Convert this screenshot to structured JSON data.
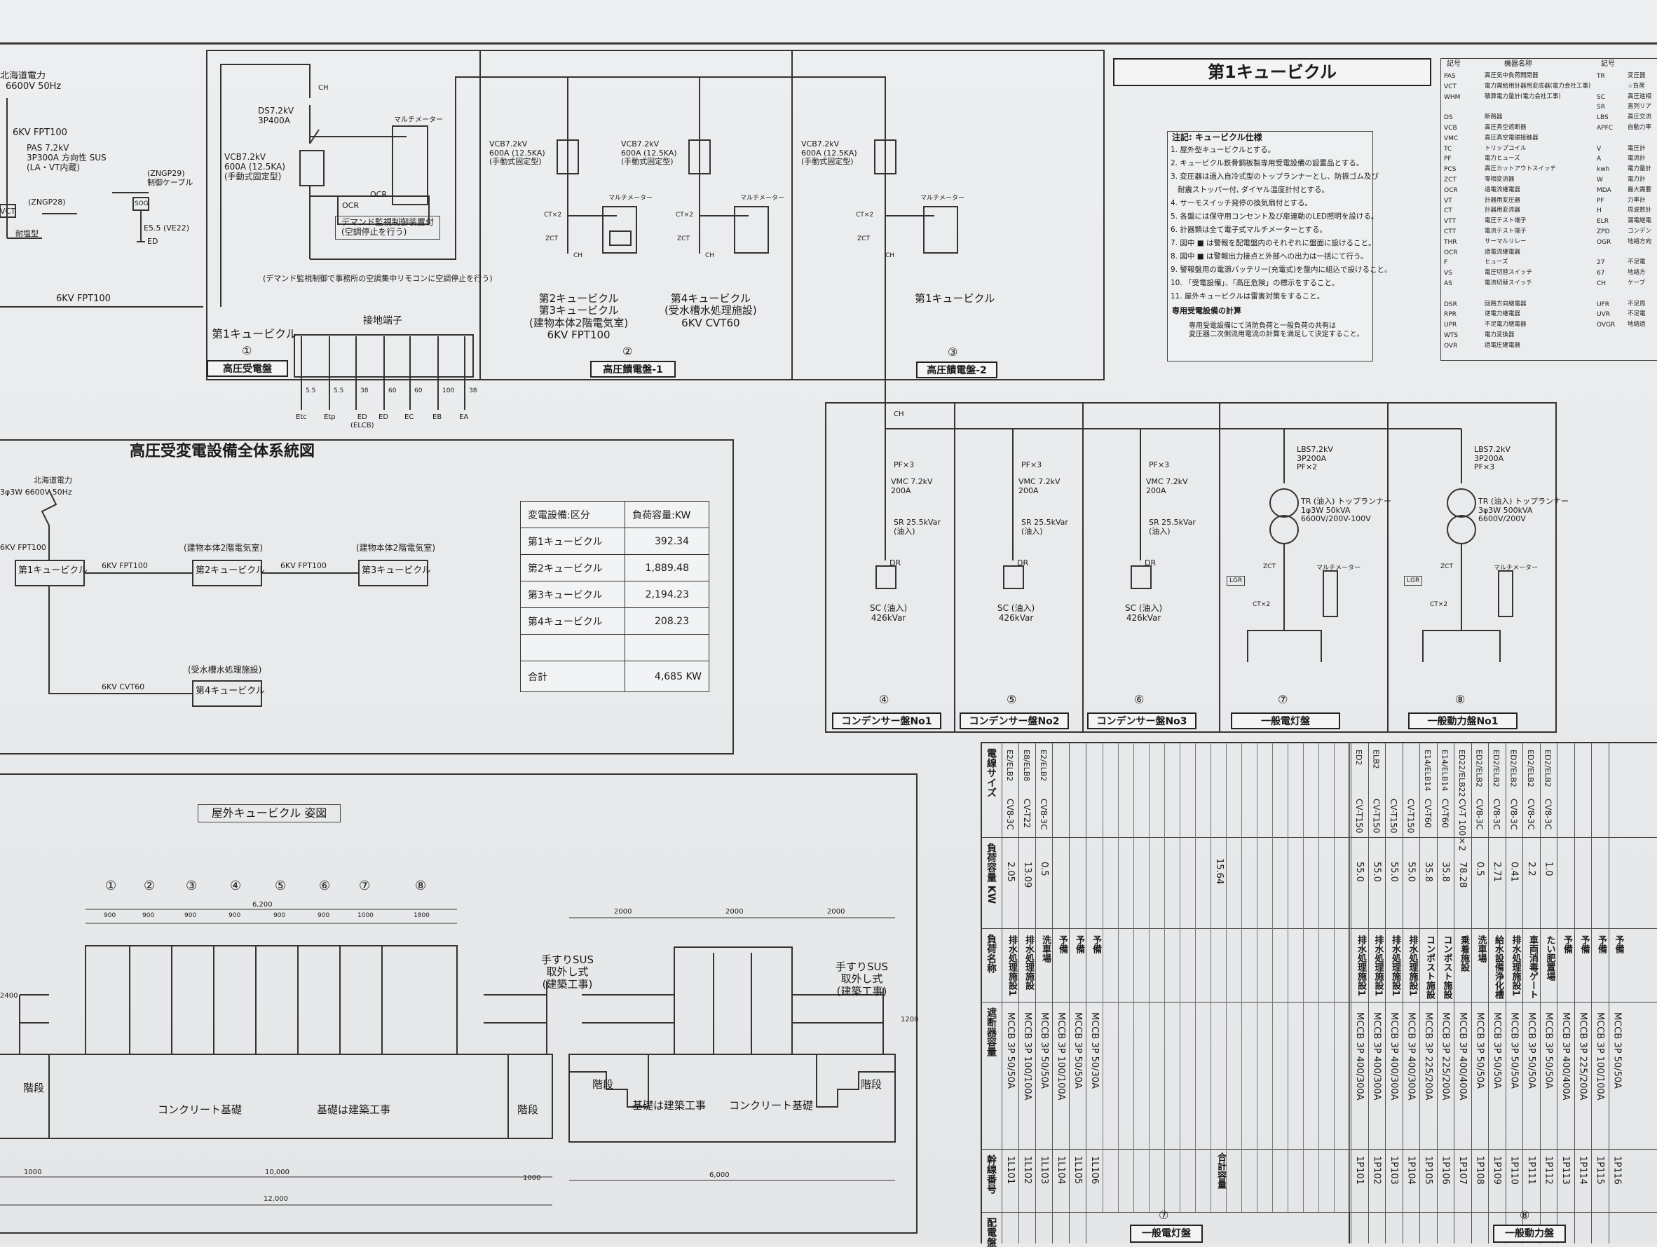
{
  "top_left": {
    "utility": "北海道電力",
    "utility_volt": "6600V 50Hz",
    "cable1": "6KV FPT100",
    "pas": "PAS 7.2kV\n3P300A 方向性 SUS\n(LA・VT内蔵)",
    "zngp29": "(ZNGP29)\n制御ケーブル",
    "zngp28": "(ZNGP28)",
    "vct": "VCT",
    "taisei": "耐塩型",
    "e5": "E5.5 (VE22)",
    "ed": "ED",
    "cable_bottom": "6KV FPT100",
    "ds": "DS7.2kV\n3P400A",
    "vcb_left": "VCB7.2kV\n600A (12.5KA)\n(手動式固定型)",
    "ch": "CH",
    "multimeter": "マルチメーター",
    "demand": "デマンド監視制御装置付\n(空調停止を行う)",
    "demand_note": "(デマンド監視制御で事務所の空調集中リモコンに空調停止を行う)",
    "ocr": "OCR",
    "ocr2": "OCR",
    "sog": "SOG",
    "cubicle1": "第1キュービクル",
    "panel1_num": "①",
    "panel1": "高圧受電盤",
    "earth_title": "接地端子",
    "earth_labels": [
      "Etc",
      "Etp",
      "ED\n(ELCB)",
      "ED",
      "EC",
      "EB",
      "EA"
    ],
    "earth_sizes": [
      "5.5",
      "5.5",
      "38",
      "60",
      "60",
      "100",
      "38"
    ]
  },
  "feeders": [
    {
      "vcb": "VCB7.2kV\n600A (12.5KA)\n(手動式固定型)",
      "ct": "CT×2",
      "zct": "ZCT",
      "ch": "CH",
      "mm": "マルチメーター",
      "name": "第2キュービクル\n第3キュービクル\n(建物本体2階電気室)\n6KV FPT100"
    },
    {
      "vcb": "VCB7.2kV\n600A (12.5KA)\n(手動式固定型)",
      "ct": "CT×2",
      "zct": "ZCT",
      "ch": "CH",
      "mm": "マルチメーター",
      "name": "第4キュービクル\n(受水槽水処理施設)\n6KV CVT60"
    },
    {
      "vcb": "VCB7.2kV\n600A (12.5KA)\n(手動式固定型)",
      "ct": "CT×2",
      "zct": "ZCT",
      "ch": "CH",
      "mm": "マルチメーター",
      "name": "第1キュービクル"
    }
  ],
  "panel2": {
    "num": "②",
    "label": "高圧饋電盤-1"
  },
  "panel3": {
    "num": "③",
    "label": "高圧饋電盤-2"
  },
  "title_main": "第1キュービクル",
  "notes": {
    "header": "注記: キュービクル仕様",
    "items": [
      "1. 屋外型キュービクルとする。",
      "2. キュービクル鉄骨鋼板製専用受電設備の設置品とする。",
      "3. 変圧器は過入自冷式型のトップランナーとし、防振ゴム及び",
      "   耐震ストッパー付, ダイヤル温度計付とする。",
      "4. サーモスイッチ発停の換気扇付とする。",
      "5. 各盤には保守用コンセント及び扉連動のLED照明を設ける。",
      "6. 計器類は全て電子式マルチメーターとする。",
      "7. 図中 ■ は警報を配電盤内のそれぞれに盤面に設けること。",
      "8. 図中 ■ は警報出力接点と外部への出力は一括にて行う。",
      "9. 警報盤用の電源バッテリー(充電式)を盤内に組込で設けること。",
      "10. 「受電設備」、「高圧危険」の標示をすること。",
      "11. 屋外キュービクルは雷害対策をすること。"
    ],
    "sub": "専用受電設備の計算",
    "sub_text": "専用受電設備にて消防負荷と一般負荷の共有は\n変圧器二次側流用電流の計算を満足して決定すること。"
  },
  "legend": {
    "header_sym": "記号",
    "header_name": "機器名称",
    "header_sym2": "記号",
    "left": [
      [
        "PAS",
        "高圧気中負荷開閉器"
      ],
      [
        "VCT",
        "電力需給用計器用変成器(電力会社工事)"
      ],
      [
        "WHM",
        "積算電力量計(電力会社工事)"
      ],
      [
        "",
        ""
      ],
      [
        "DS",
        "断路器"
      ],
      [
        "VCB",
        "高圧真空遮断器"
      ],
      [
        "VMC",
        "高圧真空電磁接触器"
      ],
      [
        "TC",
        "トリップコイル"
      ],
      [
        "PF",
        "電力ヒューズ"
      ],
      [
        "PCS",
        "高圧カットアウトスイッチ"
      ],
      [
        "ZCT",
        "零相変流器"
      ],
      [
        "OCR",
        "過電流継電器"
      ],
      [
        "VT",
        "計器用変圧器"
      ],
      [
        "CT",
        "計器用変流器"
      ],
      [
        "VTT",
        "電圧テスト端子"
      ],
      [
        "CTT",
        "電流テスト端子"
      ],
      [
        "THR",
        "サーマルリレー"
      ],
      [
        "OCR",
        "過電流継電器"
      ],
      [
        "F",
        "ヒューズ"
      ],
      [
        "VS",
        "電圧切替スイッチ"
      ],
      [
        "AS",
        "電流切替スイッチ"
      ],
      [
        "",
        ""
      ],
      [
        "DSR",
        "回路方向継電器"
      ],
      [
        "RPR",
        "逆電力継電器"
      ],
      [
        "UPR",
        "不足電力継電器"
      ],
      [
        "WTS",
        "電力変換器"
      ],
      [
        "OVR",
        "過電圧継電器"
      ]
    ],
    "right": [
      [
        "TR",
        "変圧器"
      ],
      [
        "",
        "☆負荷"
      ],
      [
        "SC",
        "高圧進相"
      ],
      [
        "SR",
        "直列リア"
      ],
      [
        "LBS",
        "高圧交流"
      ],
      [
        "APFC",
        "自動力率"
      ],
      [
        "",
        ""
      ],
      [
        "V",
        "電圧計"
      ],
      [
        "A",
        "電流計"
      ],
      [
        "kwh",
        "電力量計"
      ],
      [
        "W",
        "電力計"
      ],
      [
        "MDA",
        "最大需要"
      ],
      [
        "PF",
        "力率計"
      ],
      [
        "H",
        "周波数計"
      ],
      [
        "ELR",
        "漏電継電"
      ],
      [
        "ZPD",
        "コンデン"
      ],
      [
        "OGR",
        "地絡方向"
      ],
      [
        "",
        ""
      ],
      [
        "27",
        "不足電"
      ],
      [
        "67",
        "地絡方"
      ],
      [
        "CH",
        "ケーブ"
      ],
      [
        "",
        ""
      ],
      [
        "UFR",
        "不足周"
      ],
      [
        "UVR",
        "不足電"
      ],
      [
        "OVGR",
        "地絡過"
      ]
    ]
  },
  "bus_ch": "CH",
  "lower_panels": [
    {
      "pf": "PF×3",
      "vmc": "VMC 7.2kV\n200A",
      "sr": "SR 25.5kVar\n(油入)",
      "dr": "DR",
      "sc": "SC (油入)\n426kVar",
      "num": "④",
      "label": "コンデンサー盤No1"
    },
    {
      "pf": "PF×3",
      "vmc": "VMC 7.2kV\n200A",
      "sr": "SR 25.5kVar\n(油入)",
      "dr": "DR",
      "sc": "SC (油入)\n426kVar",
      "num": "⑤",
      "label": "コンデンサー盤No2"
    },
    {
      "pf": "PF×3",
      "vmc": "VMC 7.2kV\n200A",
      "sr": "SR 25.5kVar\n(油入)",
      "dr": "DR",
      "sc": "SC (油入)\n426kVar",
      "num": "⑥",
      "label": "コンデンサー盤No3"
    },
    {
      "lbs": "LBS7.2kV\n3P200A\nPF×2",
      "tr": "TR (油入) トップランナー\n1φ3W 50kVA\n6600V/200V-100V",
      "zct": "ZCT",
      "lgr": "LGR",
      "ct": "CT×2",
      "mm": "マルチメーター",
      "num": "⑦",
      "label": "一般電灯盤"
    },
    {
      "lbs": "LBS7.2kV\n3P200A\nPF×3",
      "tr": "TR (油入) トップランナー\n3φ3W 500kVA\n6600V/200V",
      "zct": "ZCT",
      "lgr": "LGR",
      "ct": "CT×2",
      "mm": "マルチメーター",
      "num": "⑧",
      "label": "一般動力盤No1"
    }
  ],
  "system": {
    "title": "高圧受変電設備全体系統図",
    "utility": "北海道電力",
    "utility_volt": "3φ3W 6600V 50Hz",
    "c1_cable": "6KV FPT100",
    "c1": "第1キュービクル",
    "c2_cable": "6KV FPT100",
    "c2_note": "(建物本体2階電気室)",
    "c2": "第2キュービクル",
    "c3_cable": "6KV FPT100",
    "c3_note": "(建物本体2階電気室)",
    "c3": "第3キュービクル",
    "c4_cable": "6KV CVT60",
    "c4_note": "(受水槽水処理施設)",
    "c4": "第4キュービクル"
  },
  "load_table": {
    "header": [
      "変電設備:区分",
      "負荷容量:KW"
    ],
    "rows": [
      [
        "第1キュービクル",
        "392.34"
      ],
      [
        "第2キュービクル",
        "1,889.48"
      ],
      [
        "第3キュービクル",
        "2,194.23"
      ],
      [
        "第4キュービクル",
        "208.23"
      ],
      [
        "",
        ""
      ]
    ],
    "total_label": "合計",
    "total_value": "4,685",
    "total_unit": "KW"
  },
  "elevation": {
    "title": "屋外キュービクル 姿図",
    "nums": [
      "①",
      "②",
      "③",
      "④",
      "⑤",
      "⑥",
      "⑦",
      "⑧"
    ],
    "widths": [
      "900",
      "900",
      "900",
      "900",
      "900",
      "900",
      "1000",
      "1800"
    ],
    "total_width": "6,200",
    "height_left": "2400",
    "front_base": "コンクリート基礎",
    "front_base2": "基礎は建築工事",
    "stairs_left": "階段",
    "stairs_right": "階段",
    "dim_1000a": "1000",
    "dim_10000": "10,000",
    "dim_1000b": "1000",
    "dim_12000": "12,000",
    "handrail1": "手すりSUS\n取外し式\n(建築工事)",
    "handrail2": "手すりSUS\n取外し式\n(建築工事)",
    "side_2000a": "2000",
    "side_2000b": "2000",
    "side_2000c": "2000",
    "side_stairs_l": "階段",
    "side_stairs_r": "階段",
    "side_base": "基礎は建築工事",
    "side_base2": "コンクリート基礎",
    "side_6000": "6,000",
    "side_1200": "1200"
  },
  "circuit_table": {
    "row_headers": [
      "電線サイズ",
      "負荷容量 KW",
      "負荷名称",
      "遮断器容量",
      "幹線番号",
      "配電盤"
    ],
    "lighting": [
      {
        "no": "1L101",
        "brk": "MCCB 3P 50/50A",
        "name": "排水処理施設1",
        "kw": "2.05",
        "cable": "CV8-3C",
        "e": "E2/ELB2"
      },
      {
        "no": "1L102",
        "brk": "MCCB 3P 100/100A",
        "name": "排水処理施設",
        "kw": "13.09",
        "cable": "CV-T22",
        "e": "E8/ELB8"
      },
      {
        "no": "1L103",
        "brk": "MCCB 3P 50/50A",
        "name": "洗車場",
        "kw": "0.5",
        "cable": "CV8-3C",
        "e": "E2/ELB2"
      },
      {
        "no": "1L104",
        "brk": "MCCB 3P 100/100A",
        "name": "予備",
        "kw": "",
        "cable": "",
        "e": ""
      },
      {
        "no": "1L105",
        "brk": "MCCB 3P 50/50A",
        "name": "予備",
        "kw": "",
        "cable": "",
        "e": ""
      },
      {
        "no": "1L106",
        "brk": "MCCB 3P 50/30A",
        "name": "予備",
        "kw": "",
        "cable": "",
        "e": ""
      }
    ],
    "lighting_total_label": "合計容量",
    "lighting_total": "15.64",
    "power": [
      {
        "no": "1P101",
        "brk": "MCCB 3P 400/300A",
        "name": "排水処理施設1",
        "kw": "55.0",
        "cable": "CV-T150",
        "e": "ED2"
      },
      {
        "no": "1P102",
        "brk": "MCCB 3P 400/300A",
        "name": "排水処理施設1",
        "kw": "55.0",
        "cable": "CV-T150",
        "e": "ELB2"
      },
      {
        "no": "1P103",
        "brk": "MCCB 3P 400/300A",
        "name": "排水処理施設1",
        "kw": "55.0",
        "cable": "CV-T150",
        "e": ""
      },
      {
        "no": "1P104",
        "brk": "MCCB 3P 400/300A",
        "name": "排水処理施設1",
        "kw": "55.0",
        "cable": "CV-T150",
        "e": ""
      },
      {
        "no": "1P105",
        "brk": "MCCB 3P 225/200A",
        "name": "コンポスト施設",
        "kw": "35.8",
        "cable": "CV-T60",
        "e": "E14/ELB14"
      },
      {
        "no": "1P106",
        "brk": "MCCB 3P 225/200A",
        "name": "コンポスト施設",
        "kw": "35.8",
        "cable": "CV-T60",
        "e": "E14/ELB14"
      },
      {
        "no": "1P107",
        "brk": "MCCB 3P 400/400A",
        "name": "乗着施設",
        "kw": "78.28",
        "cable": "CV-T 100×2",
        "e": "ED22/ELB22"
      },
      {
        "no": "1P108",
        "brk": "MCCB 3P 50/50A",
        "name": "洗車場",
        "kw": "0.5",
        "cable": "CV8-3C",
        "e": "ED2/ELB2"
      },
      {
        "no": "1P109",
        "brk": "MCCB 3P 50/50A",
        "name": "給水設備浄化槽",
        "kw": "2.71",
        "cable": "CV8-3C",
        "e": "ED2/ELB2"
      },
      {
        "no": "1P110",
        "brk": "MCCB 3P 50/50A",
        "name": "排水処理施設1",
        "kw": "0.41",
        "cable": "CV8-3C",
        "e": "ED2/ELB2"
      },
      {
        "no": "1P111",
        "brk": "MCCB 3P 50/50A",
        "name": "車両消毒ゲート",
        "kw": "2.2",
        "cable": "CV8-3C",
        "e": "ED2/ELB2"
      },
      {
        "no": "1P112",
        "brk": "MCCB 3P 50/50A",
        "name": "たい肥置場",
        "kw": "1.0",
        "cable": "CV8-3C",
        "e": "ED2/ELB2"
      },
      {
        "no": "1P113",
        "brk": "MCCB 3P 400/400A",
        "name": "予備",
        "kw": "",
        "cable": "",
        "e": ""
      },
      {
        "no": "1P114",
        "brk": "MCCB 3P 225/200A",
        "name": "予備",
        "kw": "",
        "cable": "",
        "e": ""
      },
      {
        "no": "1P115",
        "brk": "MCCB 3P 100/100A",
        "name": "予備",
        "kw": "",
        "cable": "",
        "e": ""
      },
      {
        "no": "1P116",
        "brk": "MCCB 3P 50/50A",
        "name": "予備",
        "kw": "",
        "cable": "",
        "e": ""
      }
    ],
    "lighting_num": "⑦",
    "lighting_panel": "一般電灯盤",
    "power_num": "⑧",
    "power_panel": "一般動力盤"
  }
}
